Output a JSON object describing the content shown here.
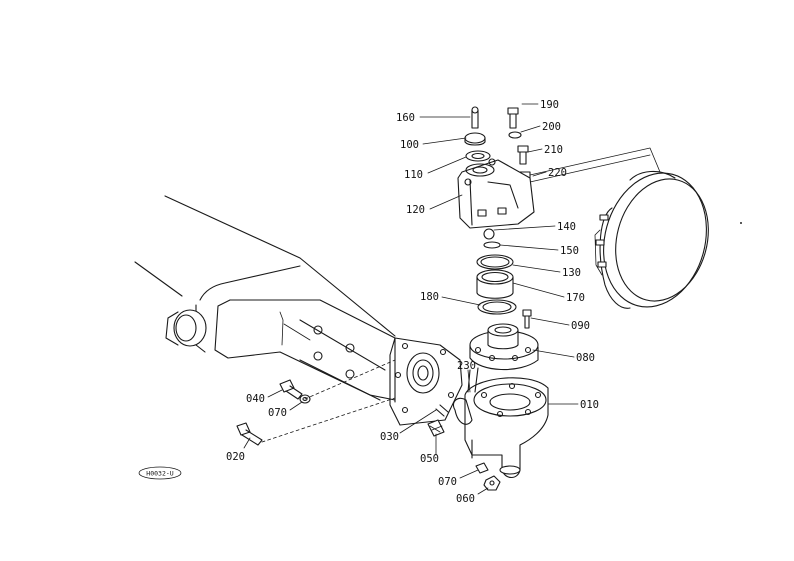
{
  "diagram": {
    "figure_code": "H0032-U",
    "parts": [
      {
        "id": "p160",
        "label": "160"
      },
      {
        "id": "p190",
        "label": "190"
      },
      {
        "id": "p100",
        "label": "100"
      },
      {
        "id": "p200",
        "label": "200"
      },
      {
        "id": "p210",
        "label": "210"
      },
      {
        "id": "p110",
        "label": "110"
      },
      {
        "id": "p220",
        "label": "220"
      },
      {
        "id": "p120",
        "label": "120"
      },
      {
        "id": "p140",
        "label": "140"
      },
      {
        "id": "p150",
        "label": "150"
      },
      {
        "id": "p130",
        "label": "130"
      },
      {
        "id": "p180",
        "label": "180"
      },
      {
        "id": "p170",
        "label": "170"
      },
      {
        "id": "p090",
        "label": "090"
      },
      {
        "id": "p080",
        "label": "080"
      },
      {
        "id": "p230",
        "label": "230"
      },
      {
        "id": "p010",
        "label": "010"
      },
      {
        "id": "p040",
        "label": "040"
      },
      {
        "id": "p070a",
        "label": "070"
      },
      {
        "id": "p030",
        "label": "030"
      },
      {
        "id": "p020",
        "label": "020"
      },
      {
        "id": "p050",
        "label": "050"
      },
      {
        "id": "p070b",
        "label": "070"
      },
      {
        "id": "p060",
        "label": "060"
      }
    ]
  }
}
